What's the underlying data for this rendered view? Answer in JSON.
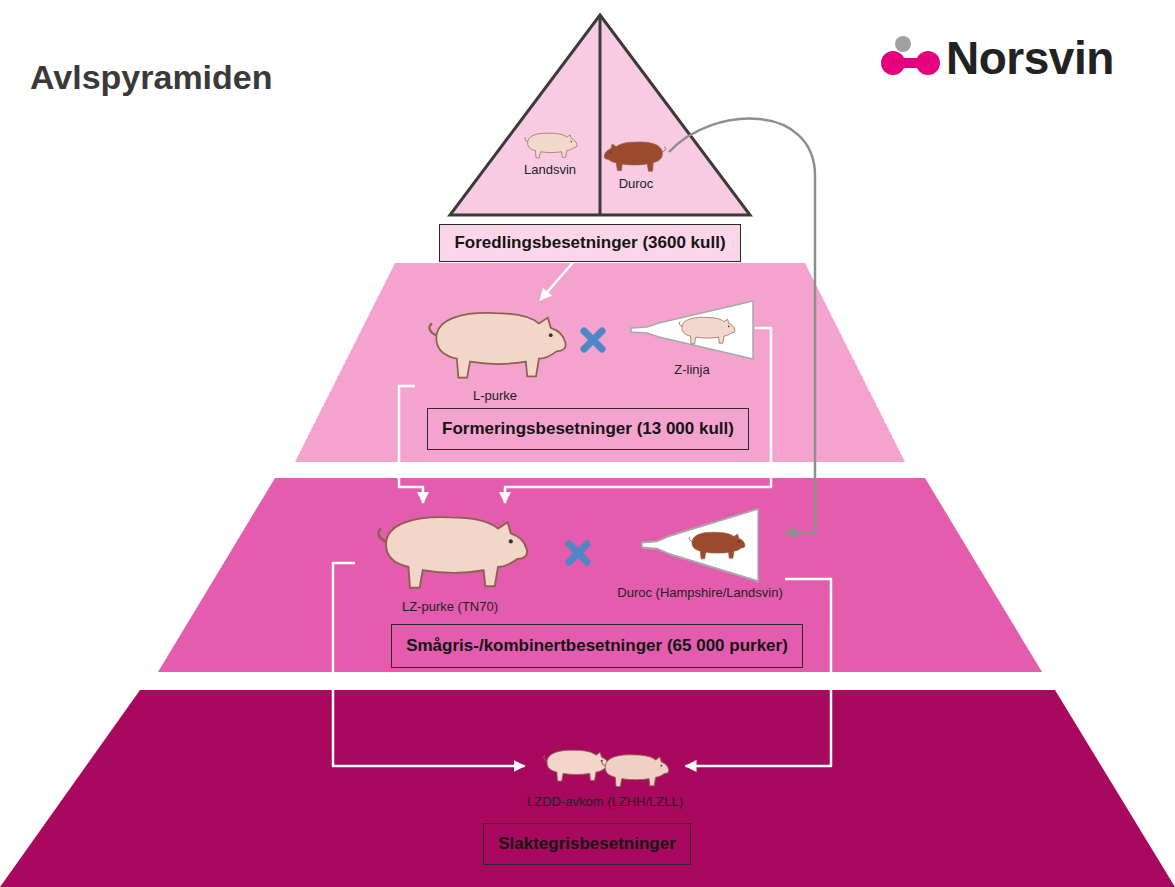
{
  "diagram": {
    "title": "Avlspyramiden",
    "nodes": [
      {
        "text": [
          "Landsvin"
        ]
      },
      {
        "text": [
          "Duroc"
        ]
      },
      {
        "text": [
          "Foredlingsbesetninger (3600 kull)"
        ]
      },
      {
        "text": [
          "L-purke"
        ]
      },
      {
        "text": [
          "Z-linja"
        ]
      },
      {
        "text": [
          "Formeringsbesetninger (13 000 kull)"
        ]
      },
      {
        "text": [
          "LZ-purke (TN70)"
        ]
      },
      {
        "text": [
          "Duroc (Hampshire/Landsvin)"
        ]
      },
      {
        "text": [
          "Smågris-/kombinertbesetninger (65 000 purker)"
        ]
      },
      {
        "text": [
          "LZDD-avkom (LZHH/LZLL)"
        ]
      },
      {
        "text": [
          "Slaktegrisbesetninger"
        ]
      }
    ],
    "edges": [
      {
        "from": 1,
        "to": 7,
        "arrow": "to"
      },
      {
        "from": 2,
        "to": 3,
        "arrow": "to"
      },
      {
        "from": 3,
        "to": 6,
        "arrow": "to"
      },
      {
        "from": 4,
        "to": 6,
        "arrow": "to"
      },
      {
        "from": 6,
        "to": 9,
        "arrow": "to"
      },
      {
        "from": 7,
        "to": 9,
        "arrow": "to"
      }
    ],
    "labels": [
      "Norsvin"
    ]
  }
}
